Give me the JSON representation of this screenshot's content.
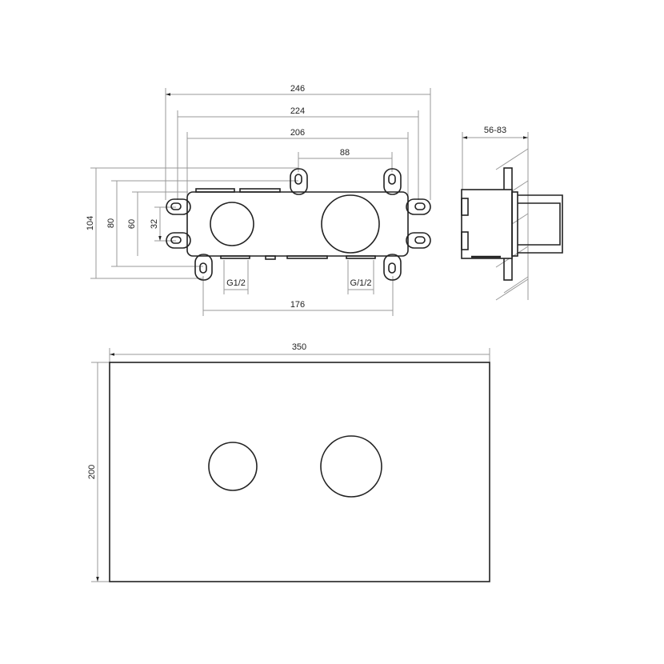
{
  "top_view": {
    "dims": {
      "overall_width": "246",
      "lug_width": "224",
      "body_width": "206",
      "right_lugs": "88",
      "bottom_lugs": "176",
      "thread_left": "G1/2",
      "thread_right": "G/1/2",
      "overall_height": "104",
      "lug_height": "80",
      "body_height": "60",
      "side_lug_spacing": "32"
    }
  },
  "side_view": {
    "depth_range": "56-83"
  },
  "cover_plate": {
    "width": "350",
    "height": "200"
  },
  "colors": {
    "line": "#222222",
    "dimension": "#999999"
  }
}
